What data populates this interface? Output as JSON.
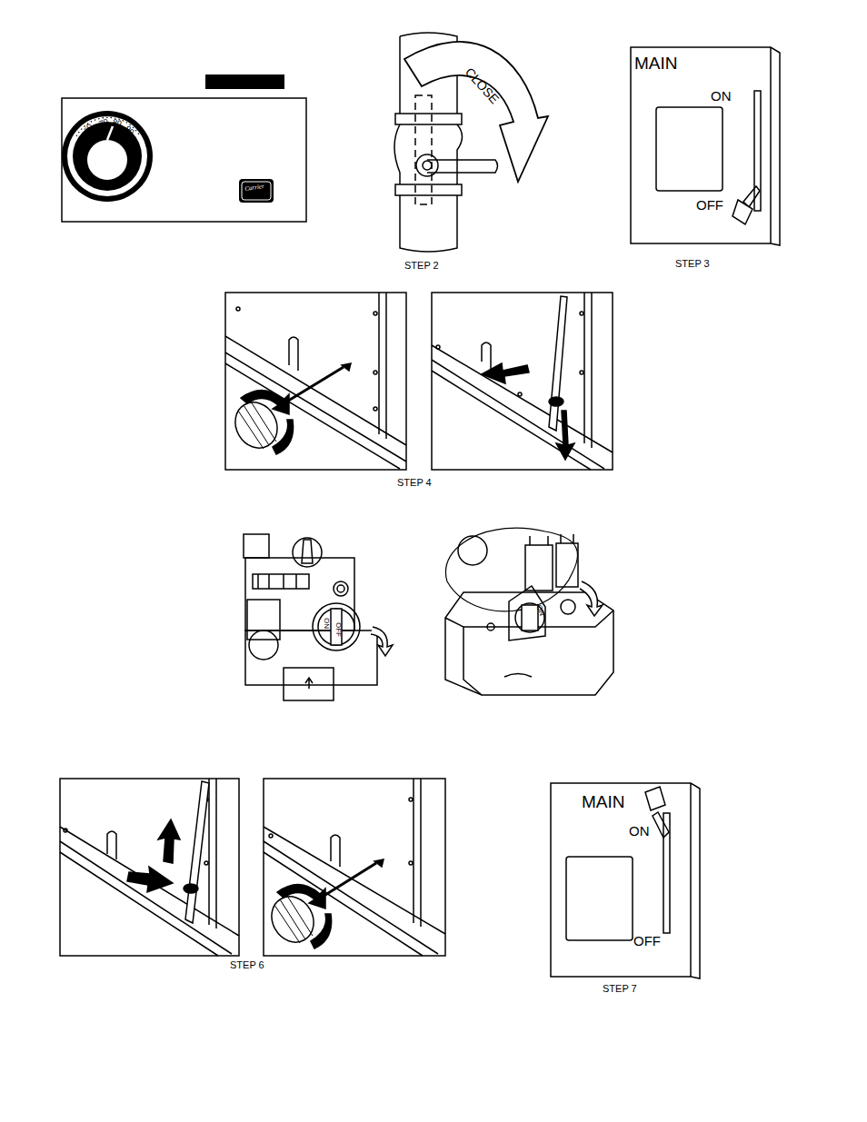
{
  "diagram": {
    "labels": [
      "60",
      "70",
      "80",
      "90",
      "Carrier",
      "CLOSE",
      "STEP 2",
      "MAIN",
      "ON",
      "OFF",
      "STEP 3",
      "STEP 4",
      "ON",
      "OFF",
      "ON",
      "STEP 6",
      "MAIN",
      "ON",
      "OFF",
      "STEP 7"
    ]
  }
}
